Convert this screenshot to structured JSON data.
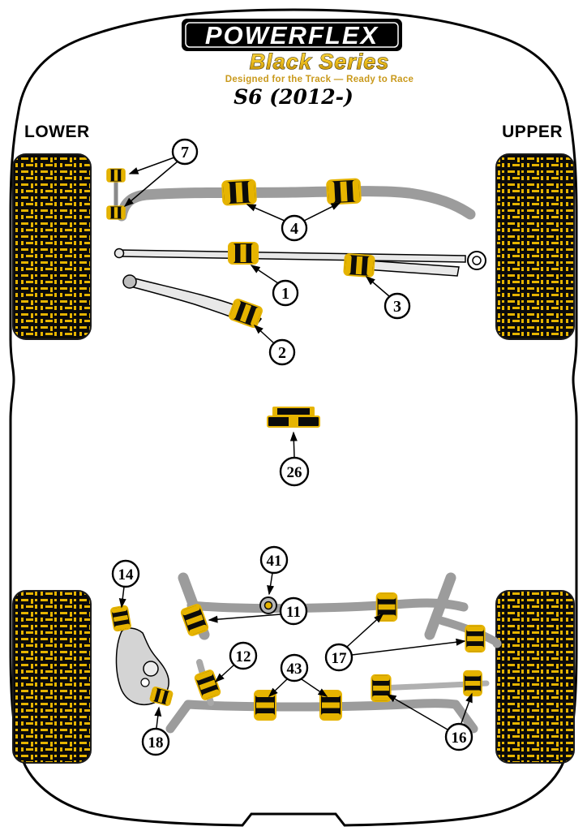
{
  "brand": {
    "name": "POWERFLEX",
    "series": "Black Series",
    "tagline": "Designed for the Track — Ready to Race"
  },
  "model": "S6 (2012-)",
  "corner_labels": {
    "left": "LOWER",
    "right": "UPPER"
  },
  "callouts": [
    {
      "id": "7"
    },
    {
      "id": "4"
    },
    {
      "id": "1"
    },
    {
      "id": "2"
    },
    {
      "id": "3"
    },
    {
      "id": "26"
    },
    {
      "id": "14"
    },
    {
      "id": "41"
    },
    {
      "id": "11"
    },
    {
      "id": "12"
    },
    {
      "id": "17"
    },
    {
      "id": "43"
    },
    {
      "id": "18"
    },
    {
      "id": "16"
    }
  ],
  "colors": {
    "gold": "#E6B400",
    "logo_gold": "#C9991B",
    "black": "#000000",
    "grey": "#9C9C9C"
  }
}
